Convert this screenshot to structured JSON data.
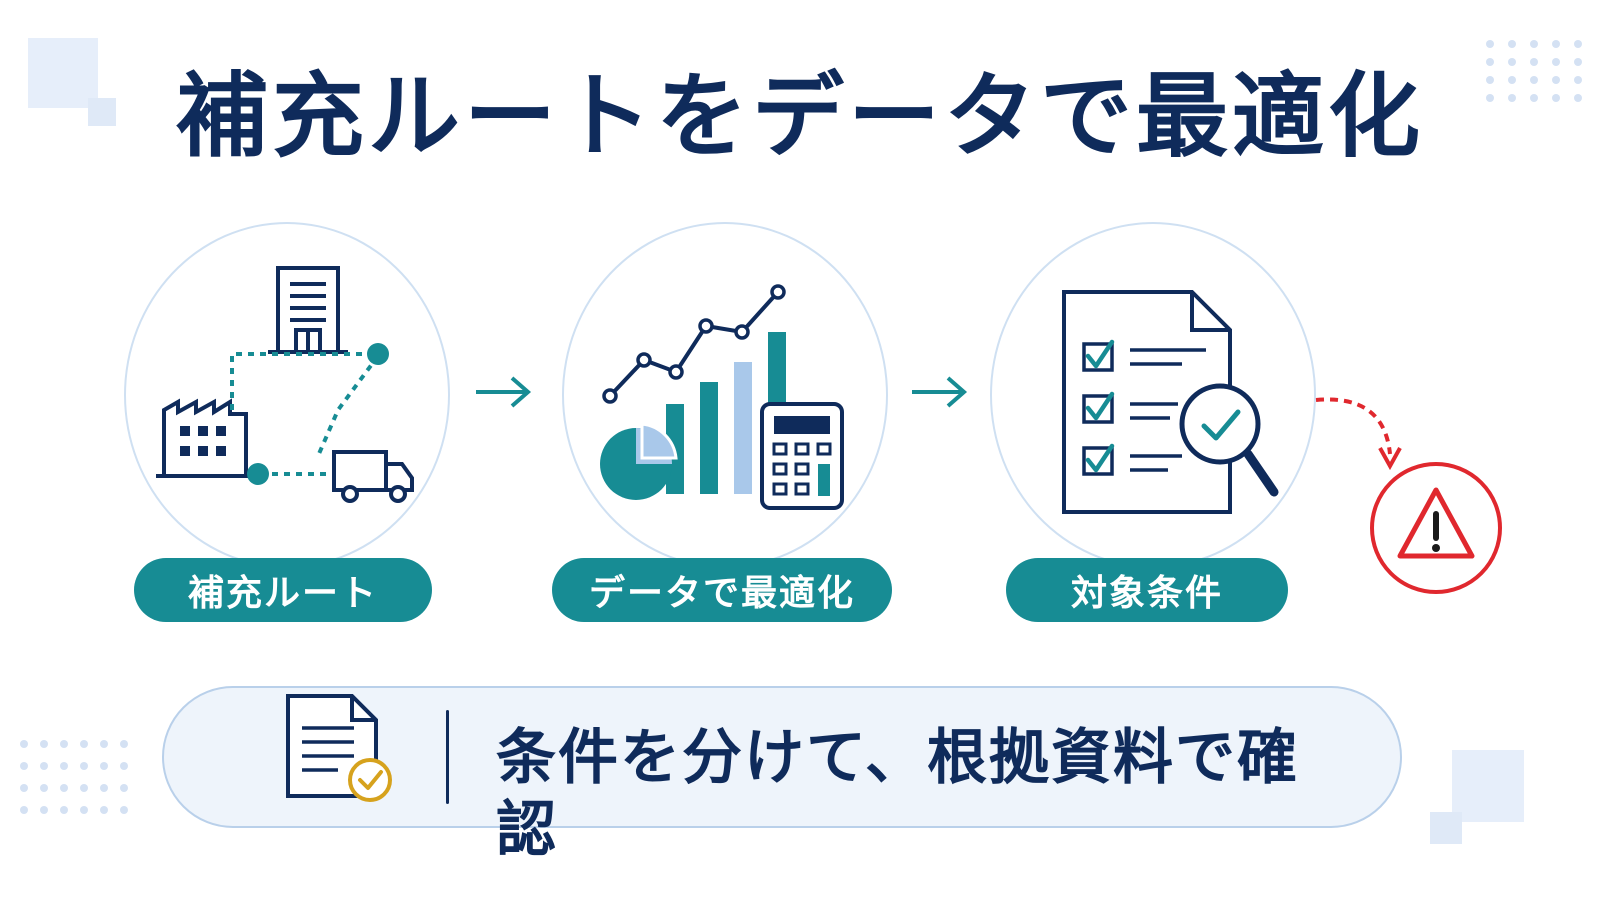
{
  "title": "補充ルートをデータで最適化",
  "steps": [
    {
      "label": "補充ルート",
      "icon": "supply-route-icon"
    },
    {
      "label": "データで最適化",
      "icon": "data-analytics-icon"
    },
    {
      "label": "対象条件",
      "icon": "checklist-inspection-icon"
    }
  ],
  "banner": {
    "text": "条件を分けて、根拠資料で確認",
    "icon": "document-check-icon"
  },
  "colors": {
    "navy": "#0f2b5b",
    "teal": "#178c94",
    "light_blue": "#a9c8ea",
    "warning_red": "#e0282e",
    "gold": "#d6a21d"
  }
}
